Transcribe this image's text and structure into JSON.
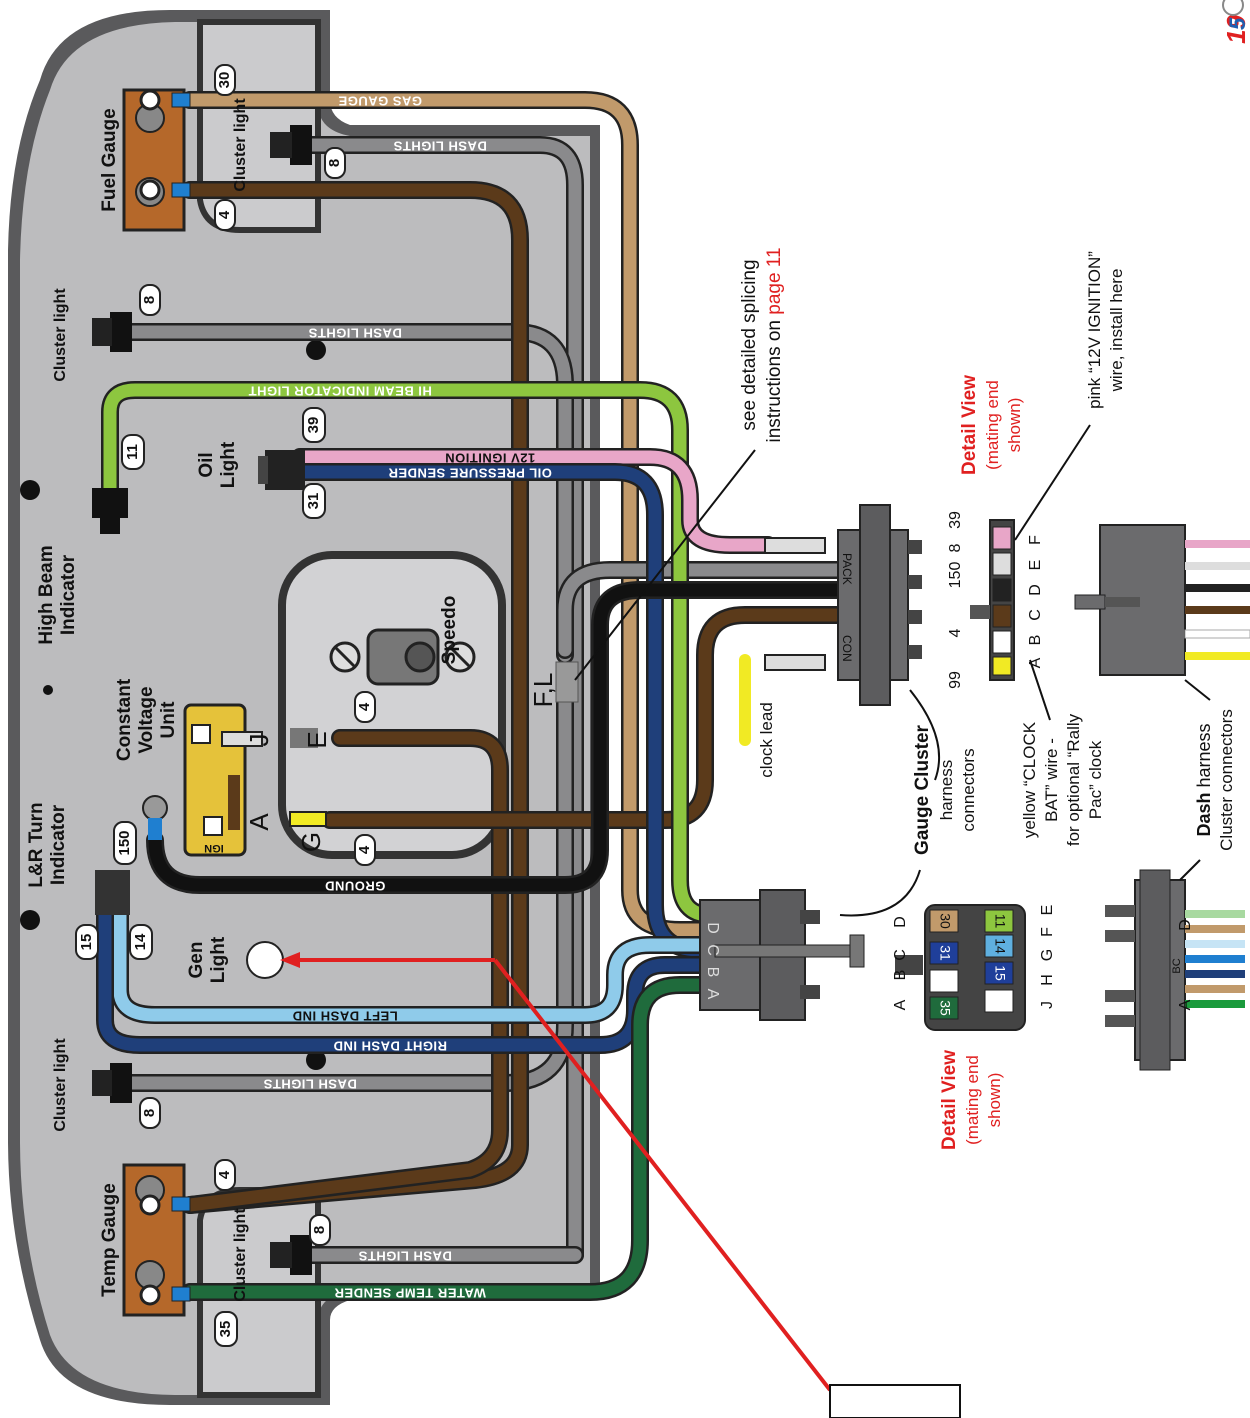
{
  "page": {
    "corner_numbers": [
      "19",
      "5"
    ]
  },
  "wires": {
    "gas_gauge": "GAS GAUGE",
    "dash_lights": "DASH LIGHTS",
    "hi_beam_indicator_light": "HI BEAM INDICATOR LIGHT",
    "ignition_12v": "12V IGNITION",
    "oil_pressure_sender": "OIL PRESSURE SENDER",
    "ground": "GROUND",
    "left_dash_ind": "LEFT DASH IND",
    "right_dash_ind": "RIGHT DASH IND",
    "water_temp_sender": "WATER TEMP SENDER"
  },
  "components": {
    "fuel_gauge": "Fuel Gauge",
    "temp_gauge": "Temp Gauge",
    "cluster_light": "Cluster light",
    "high_beam_indicator": "High Beam Indicator",
    "oil_light": "Oil Light",
    "constant_voltage_unit": "Constant Voltage Unit",
    "speedo": "Speedo",
    "lr_turn_indicator": "L&R Turn Indicator",
    "gen_light": "Gen Light",
    "ign": "IGN"
  },
  "circuit_numbers": {
    "n30": "30",
    "n8": "8",
    "n4": "4",
    "n39": "39",
    "n31": "31",
    "n11": "11",
    "n150": "150",
    "n15": "15",
    "n14": "14",
    "n35": "35"
  },
  "terminals": {
    "j": "J",
    "e": "E",
    "a": "A",
    "g": "G",
    "fl": "F,L"
  },
  "notes": {
    "splice_prefix": "see detailed splicing",
    "splice_line2": "instructions on",
    "splice_page": "page 11",
    "clock_lead": "clock lead",
    "gauge_cluster_bold": "Gauge Cluster",
    "gauge_cluster_1": "harness",
    "gauge_cluster_2": "connectors",
    "yellow_1": "yellow “CLOCK",
    "yellow_2": "BAT” wire -",
    "yellow_3": "for optional “Rally",
    "yellow_4": "Pac” clock",
    "pink_1": "pink “12V IGNITION”",
    "pink_2": "wire, install here",
    "dash_bold": "Dash",
    "dash_1": "harness",
    "dash_2": "Cluster connectors"
  },
  "detail_views": {
    "title": "Detail View",
    "sub1": "(mating end",
    "sub2": "shown)"
  },
  "connectors": {
    "pack": "PACK",
    "con": "CON",
    "pins_dcba": [
      "D",
      "C",
      "B",
      "A"
    ],
    "pins_abcdef": [
      "A",
      "B",
      "C",
      "D",
      "E",
      "F"
    ],
    "pin_numbers_top": [
      "4",
      "150",
      "8",
      "39"
    ],
    "pin_number_99": "99",
    "eight_pin_row1": [
      "A",
      "B",
      "C",
      "D"
    ],
    "eight_pin_row2": [
      "J",
      "H",
      "G",
      "F",
      "E"
    ],
    "eight_pin_cells": [
      "30",
      "11",
      "31",
      "14",
      "15",
      "35"
    ],
    "dash_pins_left": [
      "A",
      "BC",
      "D"
    ]
  },
  "colors": {
    "panel": "#bcbcbe",
    "tan": "#c19a6b",
    "gray": "#8a8a8c",
    "brown": "#5b3a1a",
    "green": "#8dc63f",
    "pink": "#e8a6c8",
    "navy": "#1f3f7a",
    "black": "#111111",
    "lightblue": "#8fcbea",
    "darkgreen": "#1f6b3c",
    "yellow": "#f1ea24",
    "red": "#e02020"
  }
}
